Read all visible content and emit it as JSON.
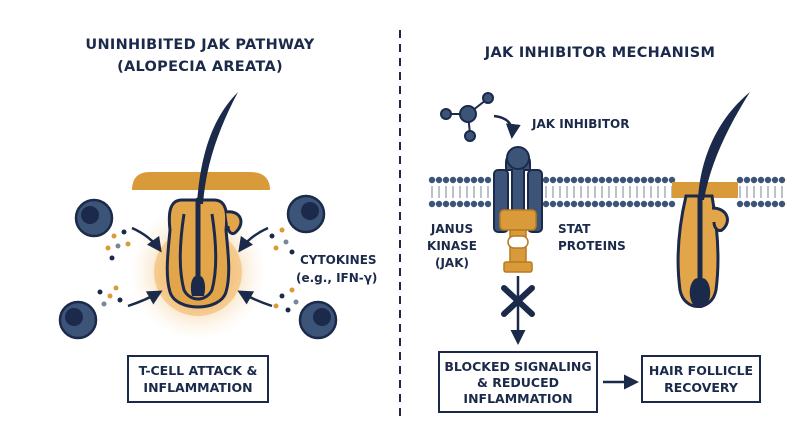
{
  "left_panel": {
    "title_line1": "UNINHIBITED JAK PATHWAY",
    "title_line2": "(ALOPECIA AREATA)",
    "cytokines_label": "CYTOKINES",
    "cytokines_example": "(e.g., IFN-γ)",
    "box_line1": "T-CELL ATTACK &",
    "box_line2": "INFLAMMATION"
  },
  "right_panel": {
    "title": "JAK INHIBITOR MECHANISM",
    "inhibitor_label": "JAK INHIBITOR",
    "janus_line1": "JANUS",
    "janus_line2": "KINASE",
    "janus_line3": "(JAK)",
    "stat_line1": "STAT",
    "stat_line2": "PROTEINS",
    "blocked_line1": "BLOCKED SIGNALING",
    "blocked_line2": "& REDUCED",
    "blocked_line3": "INFLAMMATION",
    "recovery_line1": "HAIR FOLLICLE",
    "recovery_line2": "RECOVERY"
  },
  "colors": {
    "navy": "#1b2a4a",
    "slate": "#3c5478",
    "orange": "#d99a3a",
    "peach": "#f3d3a6",
    "gray": "#7a8597"
  }
}
